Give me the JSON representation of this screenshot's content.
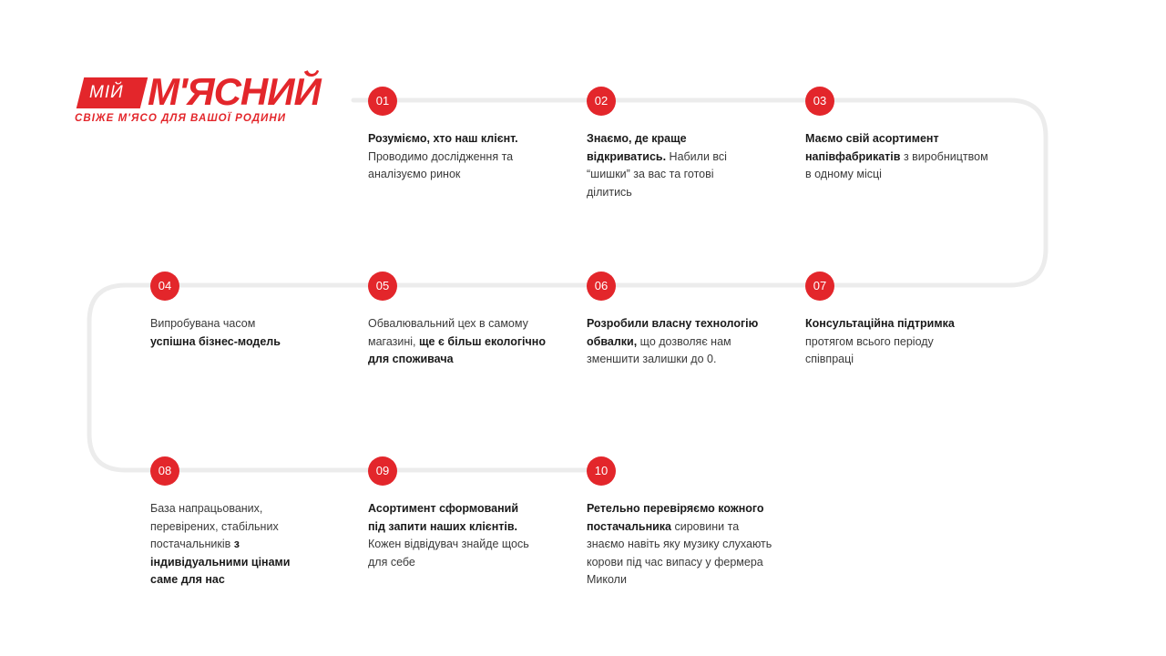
{
  "brand": {
    "small": "МІЙ",
    "name": "М'ЯСНИЙ",
    "tagline": "СВІЖЕ М'ЯСО ДЛЯ ВАШОЇ РОДИНИ",
    "accent_color": "#e3262b"
  },
  "steps": [
    {
      "num": "01",
      "bold": "Розуміємо, хто наш клієнт.",
      "text": "Проводимо дослідження та аналізуємо ринок",
      "bold2": ""
    },
    {
      "num": "02",
      "bold": "Знаємо, де краще відкриватись.",
      "text": "Набили всі “шишки” за вас та готові ділитись",
      "bold2": ""
    },
    {
      "num": "03",
      "bold": "Маємо свій асортимент напівфабрикатів",
      "text": "з виробництвом в одному місці",
      "bold2": ""
    },
    {
      "num": "04",
      "bold": "",
      "text": "Випробувана часом",
      "bold2": "успішна бізнес-модель"
    },
    {
      "num": "05",
      "bold": "",
      "text": "Обвалювальний цех в самому магазині,",
      "bold2": "ще є більш екологічно для споживача"
    },
    {
      "num": "06",
      "bold": "Розробили власну технологію обвалки,",
      "text": "що дозволяє нам зменшити залишки до 0.",
      "bold2": ""
    },
    {
      "num": "07",
      "bold": "Консультаційна підтримка",
      "text": "протягом всього періоду співпраці",
      "bold2": ""
    },
    {
      "num": "08",
      "bold": "",
      "text": "База напрацьованих, перевірених, стабільних постачальників",
      "bold2": "з індивідуальними цінами саме для нас"
    },
    {
      "num": "09",
      "bold": "Асортимент сформований під запити наших клієнтів.",
      "text": "Кожен відвідувач знайде щось для себе",
      "bold2": ""
    },
    {
      "num": "10",
      "bold": "Ретельно перевіряємо кожного постачальника",
      "text": "сировини та знаємо навіть яку музику слухають корови під час випасу у фермера Миколи",
      "bold2": ""
    }
  ]
}
